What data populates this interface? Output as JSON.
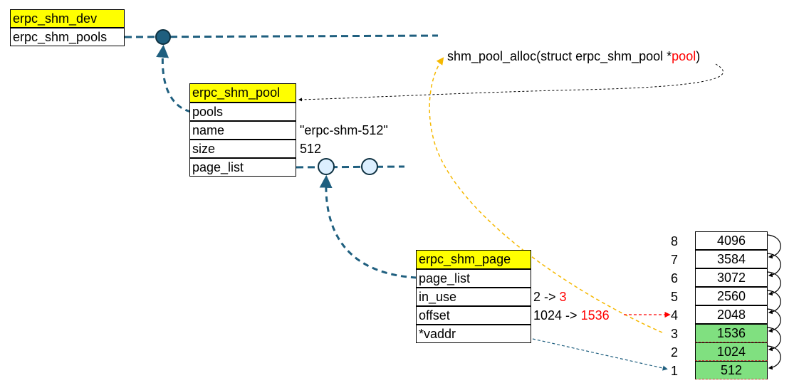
{
  "dev": {
    "title": "erpc_shm_dev",
    "field": "erpc_shm_pools"
  },
  "pool": {
    "title": "erpc_shm_pool",
    "fields": [
      "pools",
      "name",
      "size",
      "page_list"
    ],
    "name_value": "\"erpc-shm-512\"",
    "size_value": "512"
  },
  "page": {
    "title": "erpc_shm_page",
    "fields": [
      "page_list",
      "in_use",
      "offset",
      "*vaddr"
    ],
    "in_use_prefix": "2 -> ",
    "in_use_new": "3",
    "offset_prefix": "1024 -> ",
    "offset_new": "1536"
  },
  "call": {
    "prefix": "shm_pool_alloc(struct erpc_shm_pool *",
    "param": "pool",
    "suffix": ")"
  },
  "array": {
    "indices": [
      "8",
      "7",
      "6",
      "5",
      "4",
      "3",
      "2",
      "1"
    ],
    "values": [
      "4096",
      "3584",
      "3072",
      "2560",
      "2048",
      "1536",
      "1024",
      "512"
    ]
  },
  "colors": {
    "header": "#ffff00",
    "link": "#1f5f7f",
    "node_dark": "#1f5f7f",
    "node_light": "#dcefff",
    "yellow_arrow": "#f5b800",
    "red": "#ff0000",
    "used_slot": "#80e080"
  }
}
